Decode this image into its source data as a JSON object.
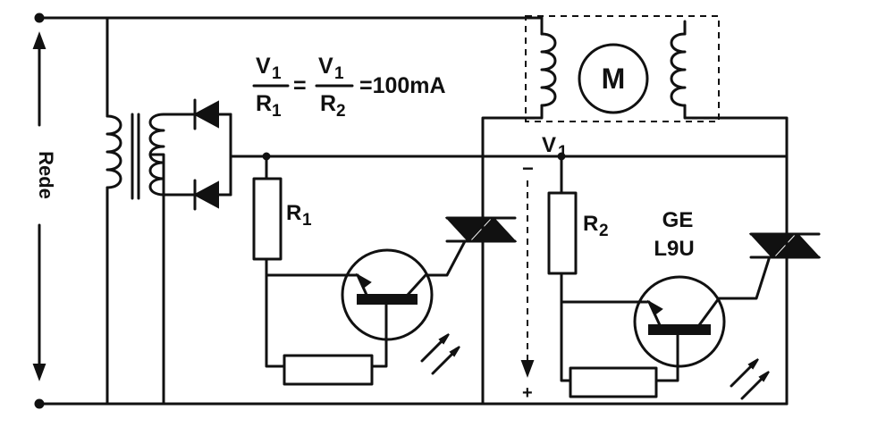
{
  "labels": {
    "supply": "Rede",
    "motor": "M",
    "equation": {
      "v1a": "V",
      "sub1a": "1",
      "r1a": "R",
      "sub1b": "1",
      "eq1": "=",
      "v1b": "V",
      "sub1c": "1",
      "r2a": "R",
      "sub2a": "2",
      "result": "=100mA"
    },
    "v1_node": {
      "v": "V",
      "sub": "1"
    },
    "r1": {
      "r": "R",
      "sub": "1"
    },
    "r2": {
      "r": "R",
      "sub": "2"
    },
    "device_line1": "GE",
    "device_line2": "L9U",
    "minus": "−",
    "plus": "+"
  },
  "colors": {
    "ink": "#111111",
    "paper": "#ffffff"
  }
}
